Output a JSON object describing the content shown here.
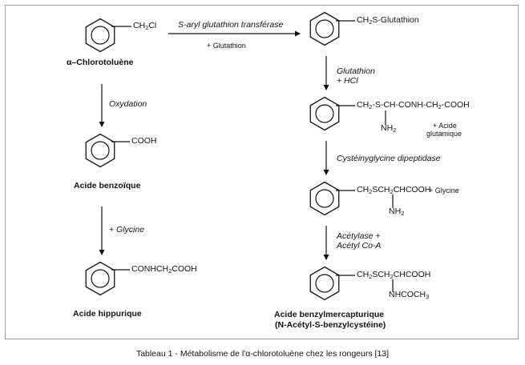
{
  "left": {
    "chloro_sub": "CH2Cl",
    "chloro_name": "α–Chlorotoluène",
    "oxid_label": "Oxydation",
    "benzoic_sub": "COOH",
    "benzoic_name": "Acide benzoïque",
    "glycine_label": "+ Glycine",
    "hipp_sub": "CONHCH2COOH",
    "hipp_name": "Acide hippurique"
  },
  "top": {
    "enzyme": "S-aryl glutathion transférase",
    "reagent": "+ Glutathion"
  },
  "right": {
    "glut_sub": "CH2S-Glutathion",
    "step1_a": "Glutathion",
    "step1_b": "+ HCl",
    "cys_chain": "CH2-S-CH-CONH-CH2-COOH",
    "cys_nh2": "NH2",
    "acid_a": "+ Acide",
    "acid_b": "glutamique",
    "step2": "Cystéinyglycine dipeptidase",
    "cys2_chain": "CH2SCH2CHCOOH",
    "cys2_nh2": "NH2",
    "cys2_gly": "+ Glycine",
    "step3_a": "Acétylase +",
    "step3_b": "Acétyl Co-A",
    "merc_chain": "CH2SCH2CHCOOH",
    "merc_nh": "NHCOCH3",
    "merc_name_a": "Acide benzylmercapturique",
    "merc_name_b": "(N-Acétyl-S-benzylcystéine)"
  },
  "caption": "Tableau 1 - Métabolisme de l'α-chlorotoluène chez les rongeurs [13]"
}
